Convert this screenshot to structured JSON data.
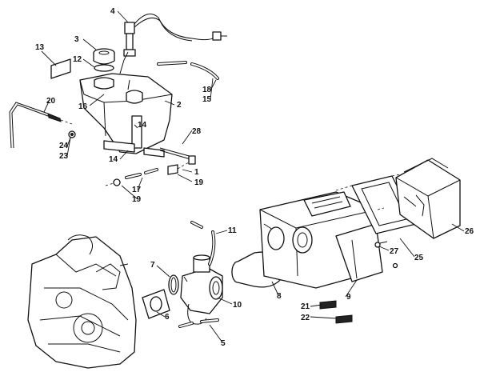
{
  "diagram": {
    "callouts": [
      "1",
      "2",
      "3",
      "4",
      "5",
      "6",
      "7",
      "8",
      "9",
      "10",
      "11",
      "12",
      "13",
      "14",
      "14",
      "15",
      "16",
      "17",
      "18",
      "19",
      "19",
      "20",
      "21",
      "22",
      "23",
      "24",
      "25",
      "26",
      "27",
      "28"
    ]
  }
}
